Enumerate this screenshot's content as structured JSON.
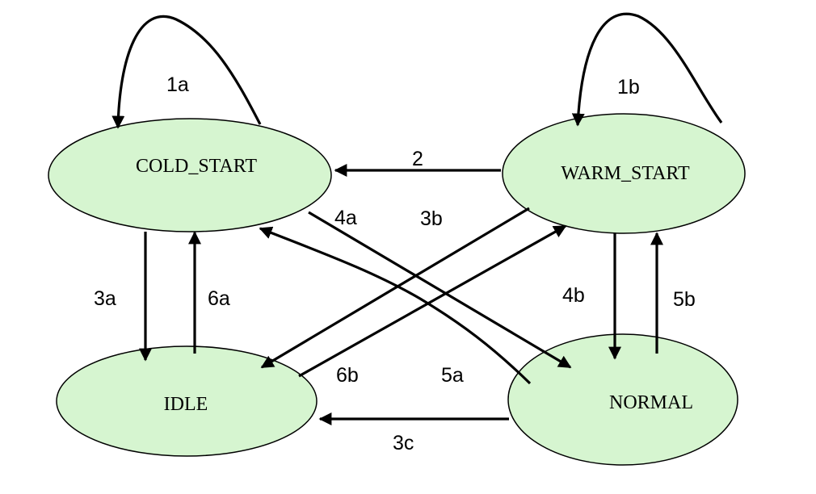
{
  "colors": {
    "state_fill": "#d6f5d0",
    "stroke": "#000000",
    "background": "#ffffff"
  },
  "states": {
    "cold_start": "COLD_START",
    "warm_start": "WARM_START",
    "idle": "IDLE",
    "normal": "NORMAL"
  },
  "transitions": {
    "t1a": "1a",
    "t1b": "1b",
    "t2": "2",
    "t3a": "3a",
    "t3b": "3b",
    "t3c": "3c",
    "t4a": "4a",
    "t4b": "4b",
    "t5a": "5a",
    "t5b": "5b",
    "t6a": "6a",
    "t6b": "6b"
  }
}
